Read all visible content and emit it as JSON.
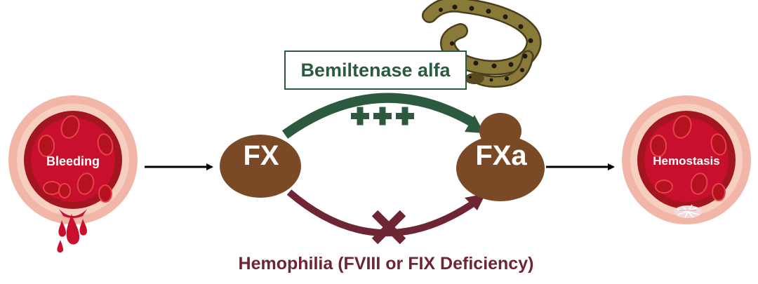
{
  "diagram": {
    "drug_label": "Bemiltenase alfa",
    "factor_x_label": "FX",
    "factor_xa_label": "FXa",
    "bleeding_label": "Bleeding",
    "hemostasis_label": "Hemostasis",
    "condition_label": "Hemophilia (FVIII or FIX Deficiency)",
    "colors": {
      "factor_brown": "#7a4a26",
      "drug_green": "#2b5a3e",
      "condition_maroon": "#6e2534",
      "blood_red": "#c8102e",
      "vessel_pink": "#f2b6a8"
    }
  }
}
